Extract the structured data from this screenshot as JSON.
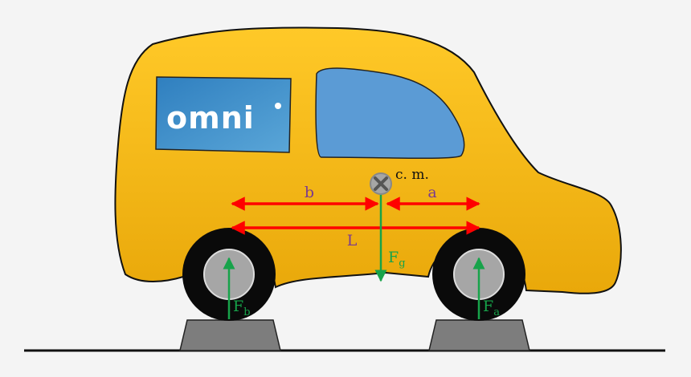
{
  "logo": {
    "text": "omni"
  },
  "labels": {
    "center_of_mass": "c. m.",
    "dist_b": "b",
    "dist_a": "a",
    "wheelbase": "L",
    "gravity": "F",
    "gravity_sub": "g",
    "front_force": "F",
    "front_sub": "a",
    "rear_force": "F",
    "rear_sub": "b"
  },
  "colors": {
    "car_body": "#f7bd0e",
    "window": "#5b9bd5",
    "logo_panel": "#3f8fc7",
    "dimension_arrow": "#ff0000",
    "force_arrow": "#17a34a",
    "dimension_text": "#7a3b8f",
    "tire": "#0a0a0a",
    "hub": "#a6a6a6",
    "stand": "#7d7d7d",
    "ground": "#111111"
  }
}
